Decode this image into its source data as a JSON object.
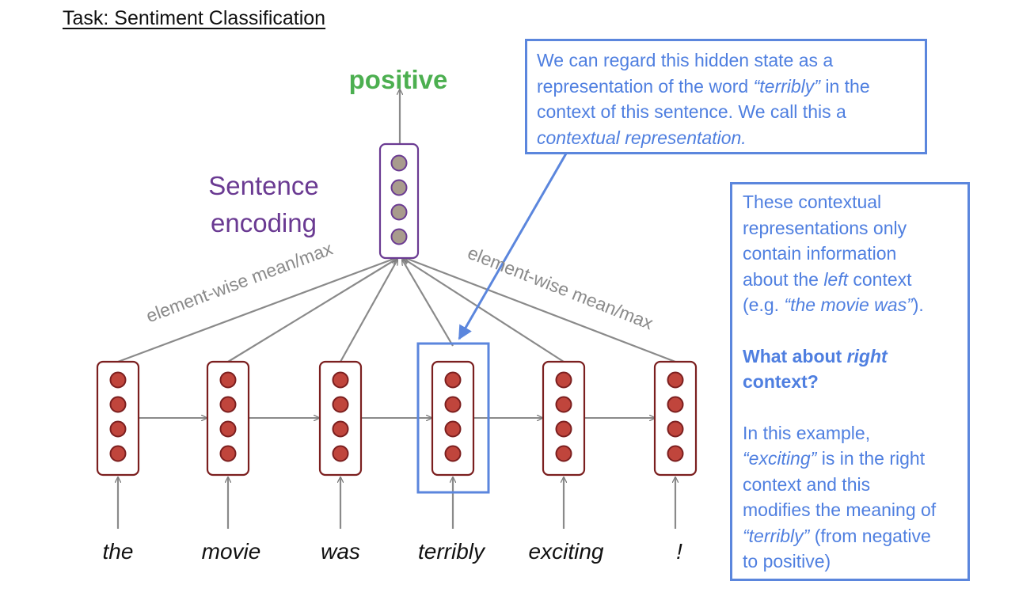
{
  "title": "Task: Sentiment Classification",
  "diagram": {
    "output_label": "positive",
    "encoding_label_line1": "Sentence",
    "encoding_label_line2": "encoding",
    "left_edge_label": "element-wise mean/max",
    "right_edge_label": "element-wise mean/max",
    "words": [
      "the",
      "movie",
      "was",
      "terribly",
      "exciting",
      "!"
    ],
    "highlighted_word_index": 3,
    "colors": {
      "hidden_state_fill": "#c0453c",
      "hidden_state_border": "#7b1f1f",
      "encoding_fill": "#a89b8d",
      "encoding_border": "#6a3a92",
      "positive": "#4caf50",
      "encoding_label": "#6a3a92",
      "arrow": "#7a7a7a",
      "callout": "#5b86dd"
    }
  },
  "callout_top": {
    "l1": "We can regard this hidden state as a",
    "l2a": "representation of the word ",
    "l2b": "“terribly”",
    "l2c": " in the",
    "l3": "context of this sentence. We call this a",
    "l4": "contextual representation."
  },
  "callout_right": {
    "p1": {
      "l1": "These contextual",
      "l2": "representations only",
      "l3": "contain information",
      "l4a": "about the ",
      "l4b": "left",
      "l4c": " context",
      "l5a": "(e.g. ",
      "l5b": "“the movie was”",
      "l5c": ")."
    },
    "p2": {
      "l1a": "What about ",
      "l1b": "right",
      "l2": "context?"
    },
    "p3": {
      "l1": "In this example,",
      "l2a": "“exciting”",
      "l2b": " is in the right",
      "l3": "context and this",
      "l4": "modifies the meaning of",
      "l5a": "“terribly”",
      "l5b": " (from negative",
      "l6": "to positive)"
    }
  }
}
